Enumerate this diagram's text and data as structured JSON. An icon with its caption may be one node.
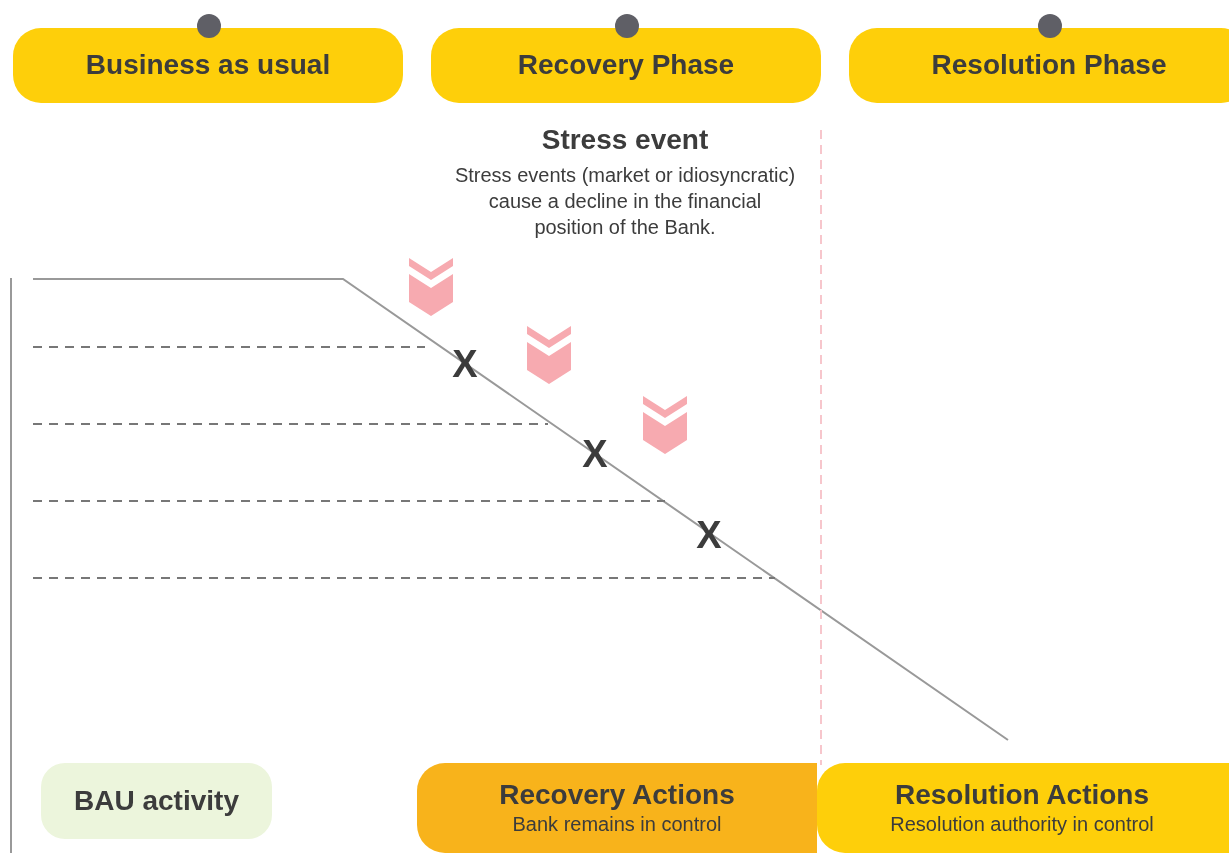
{
  "diagram": {
    "nodes": [
      {
        "text": [
          "Business as usual"
        ]
      },
      {
        "text": [
          "Recovery Phase"
        ]
      },
      {
        "text": [
          "Resolution Phase"
        ]
      },
      {
        "text": [
          "BAU activity"
        ]
      },
      {
        "text": [
          "Recovery Actions",
          "Bank remains in control"
        ]
      },
      {
        "text": [
          "Resolution Actions",
          "Resolution authority in control"
        ]
      }
    ],
    "labels": [
      "Stress event",
      "Stress events (market or idiosyncratic) cause a decline in the financial position of the Bank.",
      "X",
      "X",
      "X"
    ]
  }
}
